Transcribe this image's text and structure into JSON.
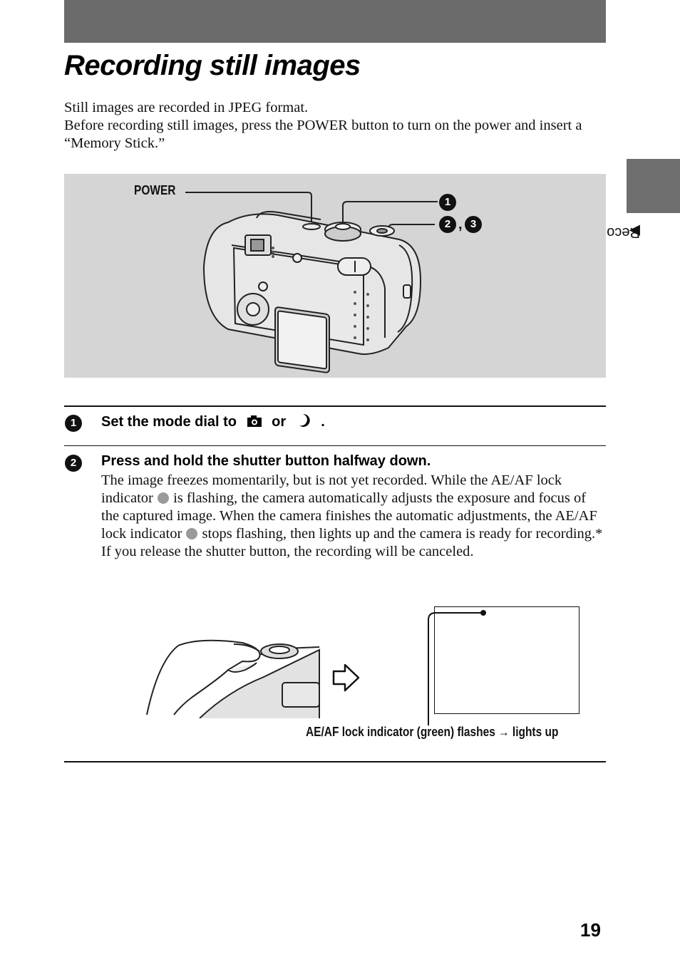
{
  "page": {
    "title": "Recording still images",
    "intro": [
      "Still images are recorded in JPEG format.",
      "Before recording still images, press the POWER button to turn on the power and insert a “Memory Stick.”"
    ],
    "side_tab_label": "Recording",
    "page_number": "19"
  },
  "figure1": {
    "power_label": "POWER",
    "callouts": {
      "one": "1",
      "two": "2",
      "comma": ",",
      "three": "3"
    }
  },
  "steps": [
    {
      "number": "1",
      "heading_prefix": "Set the mode dial to",
      "heading_or": "or",
      "heading_suffix": "."
    },
    {
      "number": "2",
      "heading": "Press and hold the shutter button halfway down.",
      "body_1a": "The image freezes momentarily, but is not yet recorded. While the AE/AF lock indicator",
      "body_1b": "is flashing, the camera automatically adjusts the exposure and focus of the captured image. When the camera finishes the automatic adjustments, the AE/AF lock indicator",
      "body_1c": "stops flashing, then lights up and the camera is ready for recording.*",
      "body_2": "If you release the shutter button, the recording will be canceled."
    }
  ],
  "figure2": {
    "caption_a": "AE/AF lock indicator (green) flashes",
    "caption_arrow": "→",
    "caption_b": "lights up"
  },
  "colors": {
    "header_bar": "#6b6b6b",
    "figure_bg": "#d5d5d5",
    "indicator_dot": "#9a9a9a"
  }
}
